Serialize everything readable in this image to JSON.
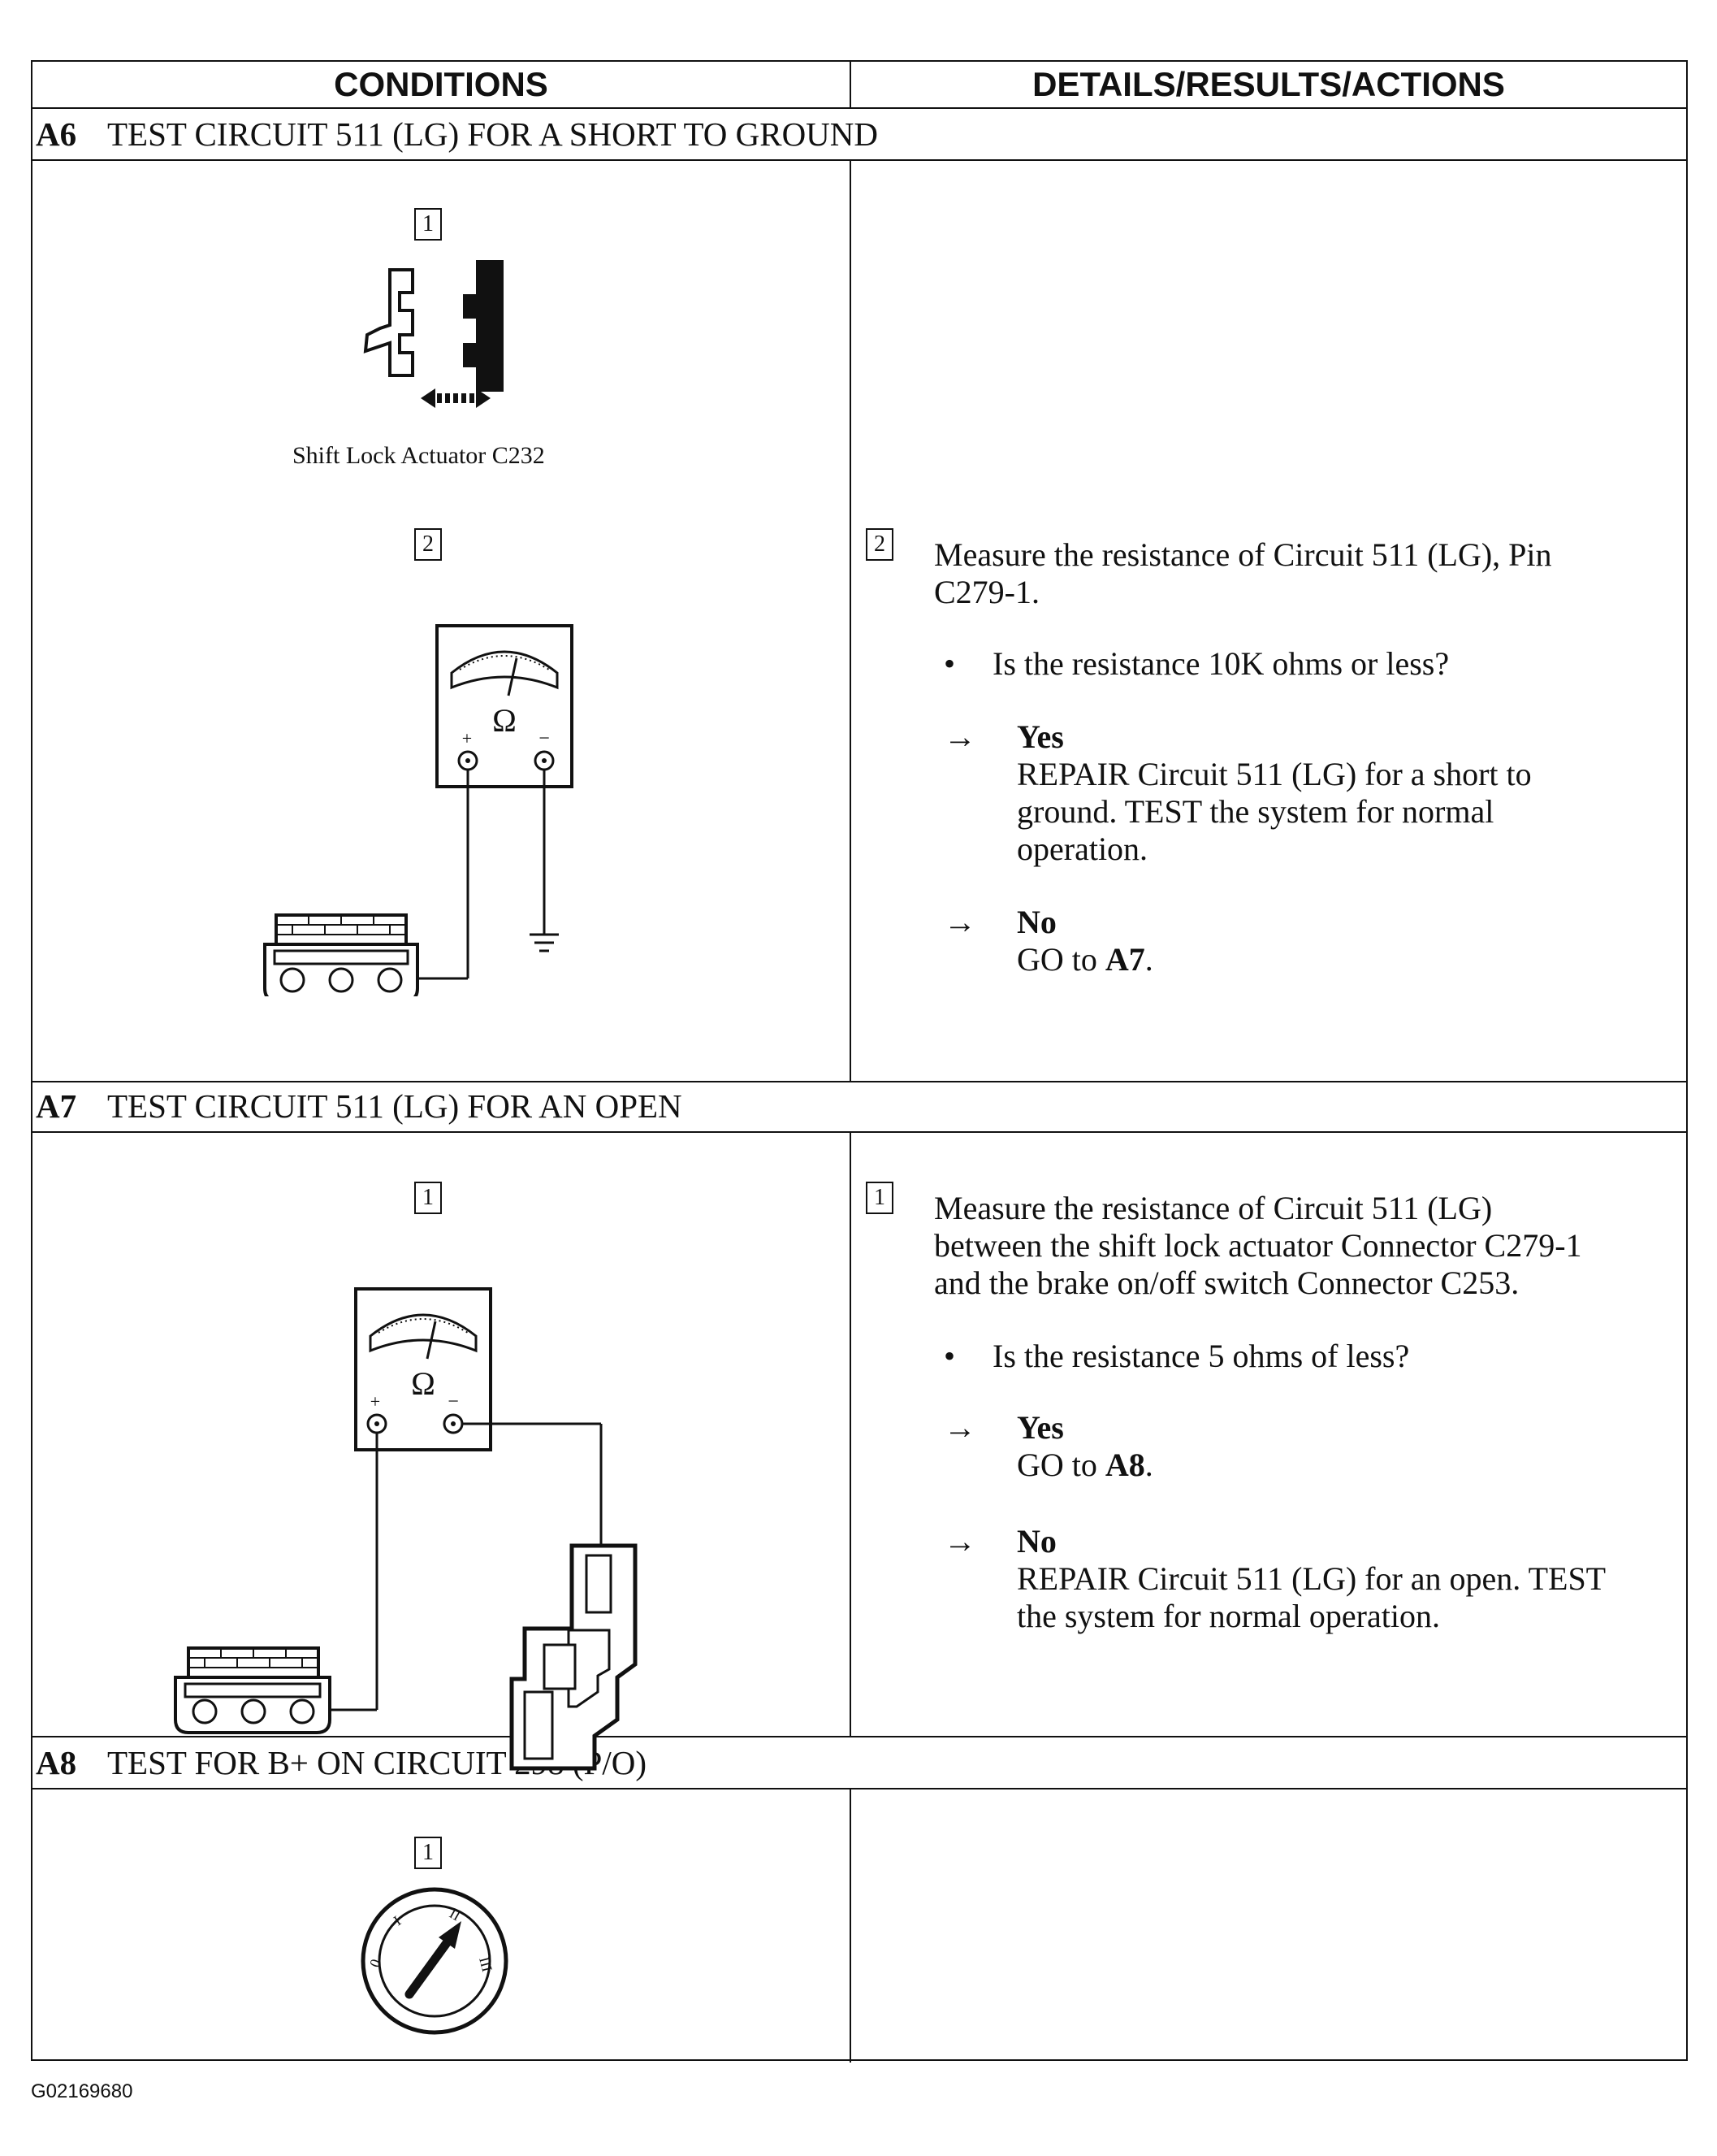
{
  "header": {
    "conditions": "CONDITIONS",
    "details": "DETAILS/RESULTS/ACTIONS"
  },
  "sections": [
    {
      "id": "A6",
      "title": "TEST CIRCUIT 511 (LG) FOR A SHORT TO GROUND",
      "steps": [
        {
          "num": "1",
          "caption": "Shift Lock Actuator C232"
        },
        {
          "num": "2",
          "instruction_line1": "Measure the resistance of Circuit 511 (LG), Pin",
          "instruction_line2": "C279-1.",
          "bullet": "Is the resistance 10K ohms or less?",
          "yes_label": "Yes",
          "yes_line1": "REPAIR Circuit 511 (LG) for a short to",
          "yes_line2": "ground. TEST the system for normal",
          "yes_line3": "operation.",
          "no_label": "No",
          "no_prefix": "GO to ",
          "no_ref": "A7",
          "no_suffix": "."
        }
      ]
    },
    {
      "id": "A7",
      "title": "TEST CIRCUIT 511 (LG) FOR AN OPEN",
      "steps": [
        {
          "num": "1",
          "instruction_line1": "Measure the resistance of Circuit 511 (LG)",
          "instruction_line2": "between the shift lock actuator Connector C279-1",
          "instruction_line3": "and the brake on/off switch Connector C253.",
          "bullet": "Is the resistance 5 ohms of less?",
          "yes_label": "Yes",
          "yes_prefix": "GO to ",
          "yes_ref": "A8",
          "yes_suffix": ".",
          "no_label": "No",
          "no_line1": "REPAIR Circuit 511 (LG) for an open. TEST",
          "no_line2": "the system for normal operation."
        }
      ]
    },
    {
      "id": "A8",
      "title": "TEST FOR B+ ON CIRCUIT 298 (P/O)",
      "steps": [
        {
          "num": "1"
        }
      ]
    }
  ],
  "symbols": {
    "arrow": "→",
    "bullet": "•",
    "ohm": "Ω",
    "plus": "+",
    "minus": "−",
    "ignition_positions": [
      "0",
      "I",
      "II",
      "III"
    ]
  },
  "footer": {
    "figure_id": "G02169680"
  }
}
